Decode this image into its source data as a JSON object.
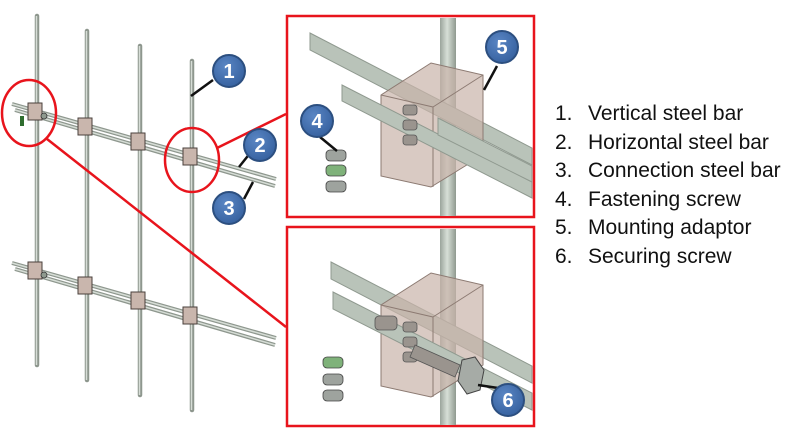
{
  "figure": {
    "colors": {
      "frame": "#e8141c",
      "badge_fill": "#3d69a8",
      "badge_stroke": "#2c4f80",
      "steel": "#c9d2c9",
      "adaptor": "#cbb8b0",
      "screw_green": "#7fb27a",
      "leader": "#111111"
    },
    "badges": [
      {
        "id": "1",
        "label": "1"
      },
      {
        "id": "2",
        "label": "2"
      },
      {
        "id": "3",
        "label": "3"
      },
      {
        "id": "4",
        "label": "4"
      },
      {
        "id": "5",
        "label": "5"
      },
      {
        "id": "6",
        "label": "6"
      }
    ]
  },
  "legend": {
    "items": [
      {
        "num": "1.",
        "text": "Vertical steel bar"
      },
      {
        "num": "2.",
        "text": "Horizontal steel bar"
      },
      {
        "num": "3.",
        "text": "Connection steel bar"
      },
      {
        "num": "4.",
        "text": "Fastening screw"
      },
      {
        "num": "5.",
        "text": "Mounting adaptor"
      },
      {
        "num": "6.",
        "text": "Securing screw"
      }
    ]
  }
}
